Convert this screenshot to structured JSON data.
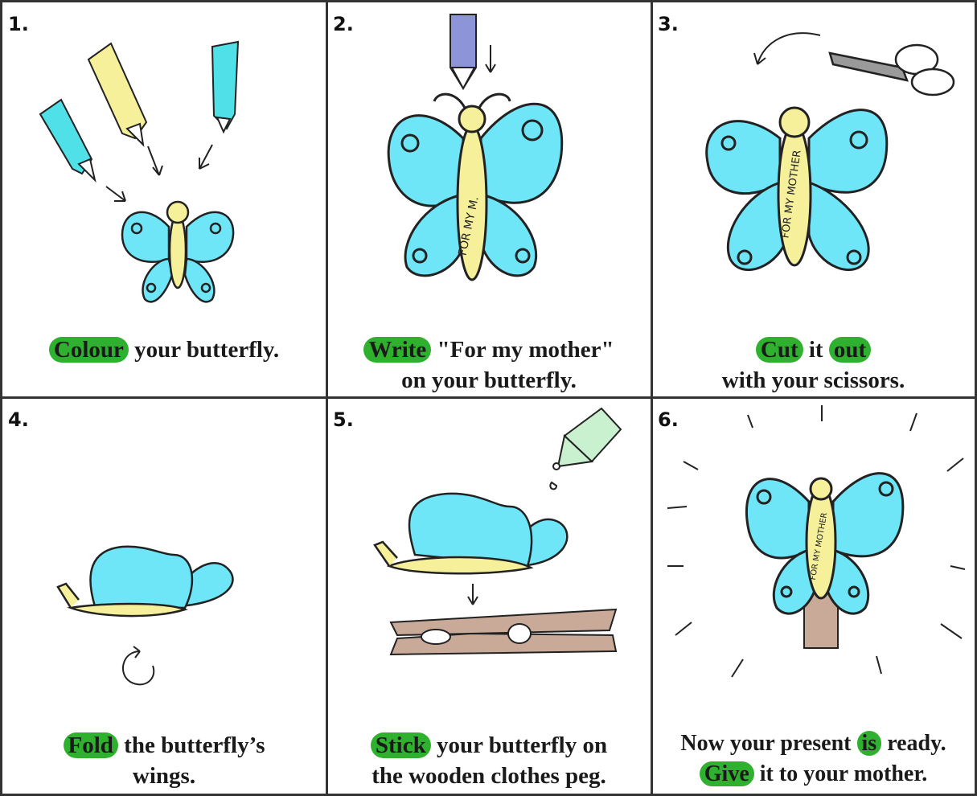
{
  "panels": [
    {
      "number": "1.",
      "caption": {
        "verb": "Colour",
        "line1_rest": " your butterfly."
      }
    },
    {
      "number": "2.",
      "caption": {
        "verb": "Write",
        "line1_rest": " \"For my mother\"",
        "line2": "on your butterfly."
      },
      "body_text": "FOR MY M."
    },
    {
      "number": "3.",
      "caption": {
        "verb": "Cut",
        "middle": " it ",
        "verb2": "out",
        "line2": "with your scissors."
      },
      "body_text": "FOR MY MOTHER"
    },
    {
      "number": "4.",
      "caption": {
        "verb": "Fold",
        "line1_rest": " the butterfly’s",
        "line2": "wings."
      }
    },
    {
      "number": "5.",
      "caption": {
        "verb": "Stick",
        "line1_rest": " your butterfly on",
        "line2": "the wooden clothes peg."
      }
    },
    {
      "number": "6.",
      "caption": {
        "line1_pre": "Now your present ",
        "verb": "is",
        "line1_rest": " ready.",
        "verb2": "Give",
        "line2_rest": " it to your mother."
      },
      "body_text": "FOR MY MOTHER"
    }
  ],
  "colors": {
    "wing": "#6fe6f7",
    "body": "#f6f09a",
    "verb_highlight": "#2fb12f",
    "peg": "#c9aa98",
    "glue": "#c9f0cf",
    "pencil_blue": "#4fe0e8",
    "pencil_yellow": "#f6f09a",
    "pencil_purple": "#8d95d8"
  }
}
